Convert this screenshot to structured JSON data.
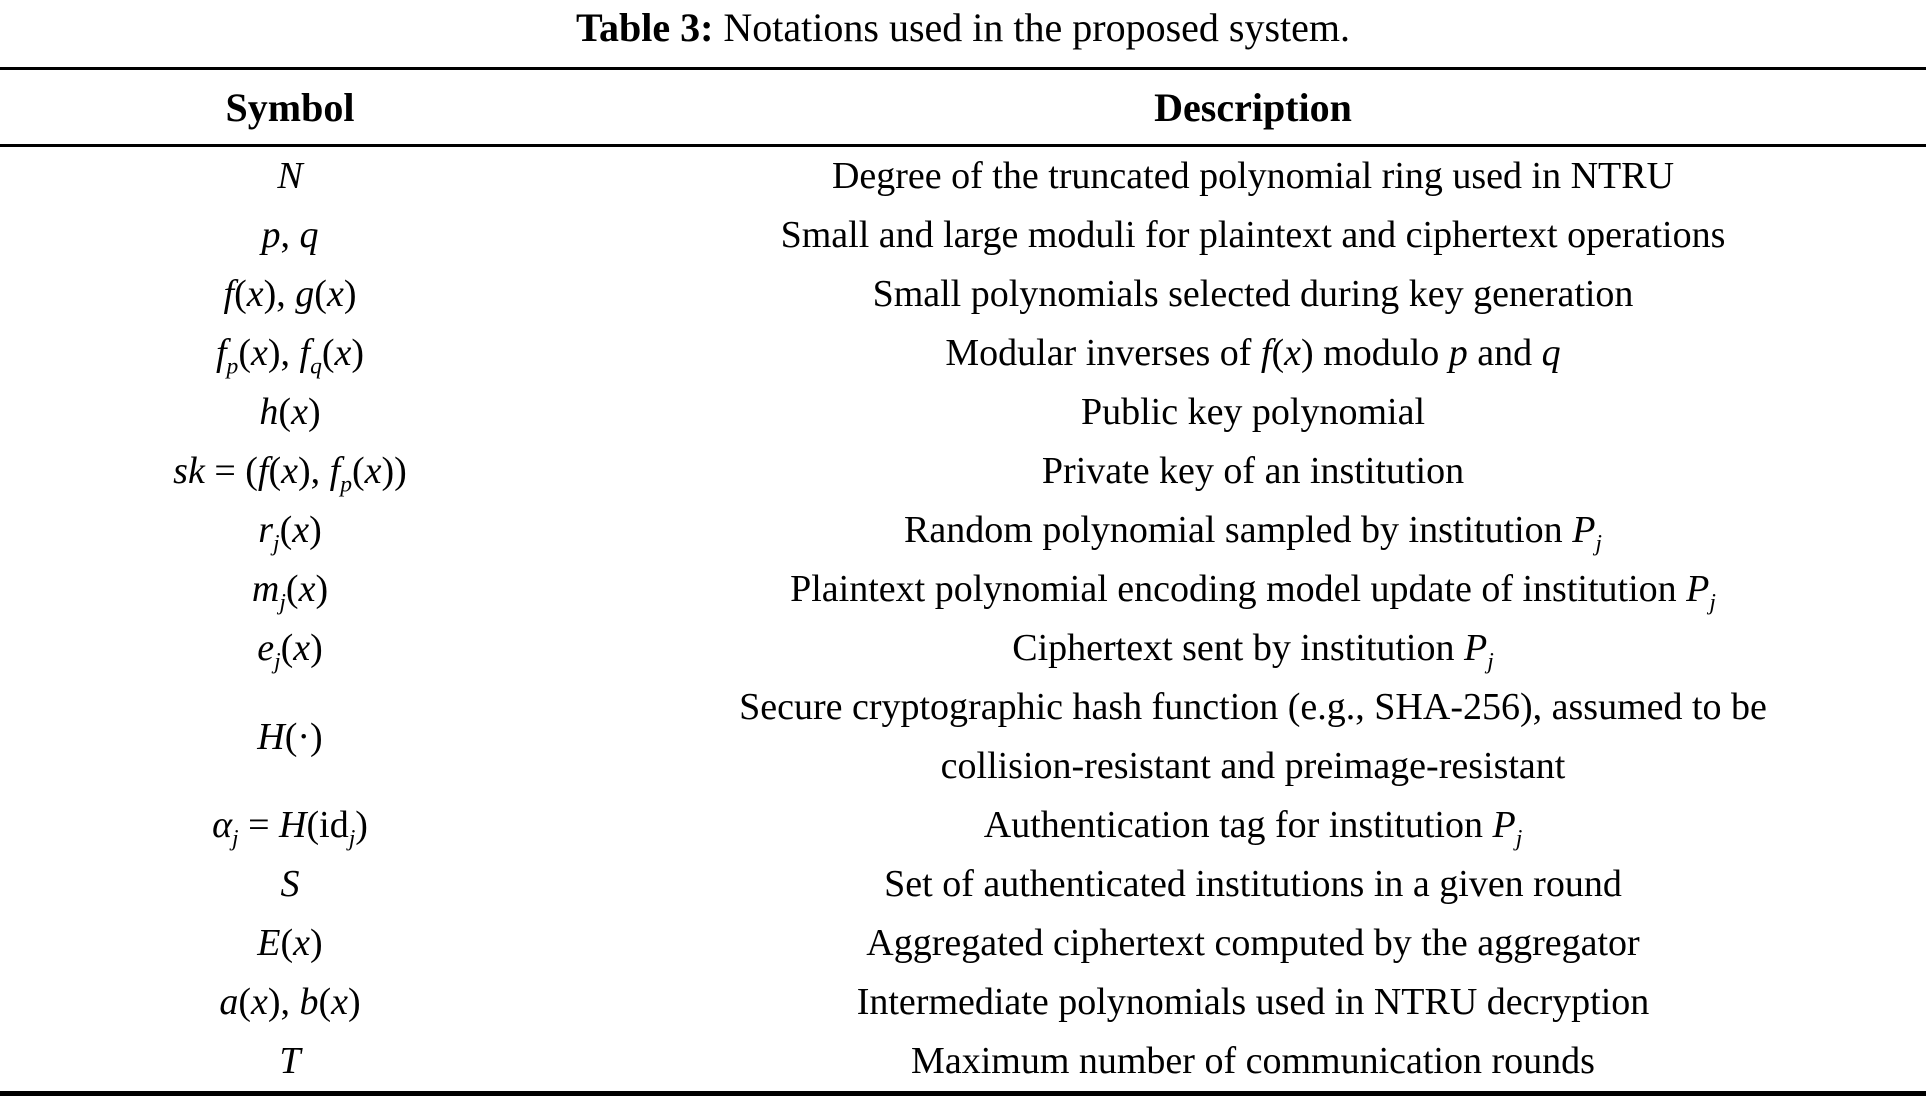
{
  "caption": {
    "label": "Table 3:",
    "text": " Notations used in the proposed system."
  },
  "colors": {
    "text": "#000000",
    "background": "#ffffff",
    "rule": "#000000"
  },
  "table": {
    "headers": {
      "symbol": "Symbol",
      "description": "Description"
    },
    "rows": [
      {
        "symbol": [
          {
            "t": "N",
            "i": true
          }
        ],
        "description": [
          {
            "t": "Degree of the truncated polynomial ring used in NTRU"
          }
        ]
      },
      {
        "symbol": [
          {
            "t": "p",
            "i": true
          },
          {
            "t": ", "
          },
          {
            "t": "q",
            "i": true
          }
        ],
        "description": [
          {
            "t": "Small and large moduli for plaintext and ciphertext operations"
          }
        ]
      },
      {
        "symbol": [
          {
            "t": "f",
            "i": true
          },
          {
            "t": "("
          },
          {
            "t": "x",
            "i": true
          },
          {
            "t": "), "
          },
          {
            "t": "g",
            "i": true
          },
          {
            "t": "("
          },
          {
            "t": "x",
            "i": true
          },
          {
            "t": ")"
          }
        ],
        "description": [
          {
            "t": "Small polynomials selected during key generation"
          }
        ]
      },
      {
        "symbol": [
          {
            "t": "f",
            "i": true
          },
          {
            "t": "p",
            "i": true,
            "sub": true
          },
          {
            "t": "("
          },
          {
            "t": "x",
            "i": true
          },
          {
            "t": "), "
          },
          {
            "t": "f",
            "i": true
          },
          {
            "t": "q",
            "i": true,
            "sub": true
          },
          {
            "t": "("
          },
          {
            "t": "x",
            "i": true
          },
          {
            "t": ")"
          }
        ],
        "description": [
          {
            "t": "Modular inverses of "
          },
          {
            "t": "f",
            "i": true
          },
          {
            "t": "("
          },
          {
            "t": "x",
            "i": true
          },
          {
            "t": ") modulo "
          },
          {
            "t": "p",
            "i": true
          },
          {
            "t": " and "
          },
          {
            "t": "q",
            "i": true
          }
        ]
      },
      {
        "symbol": [
          {
            "t": "h",
            "i": true
          },
          {
            "t": "("
          },
          {
            "t": "x",
            "i": true
          },
          {
            "t": ")"
          }
        ],
        "description": [
          {
            "t": "Public key polynomial"
          }
        ]
      },
      {
        "symbol": [
          {
            "t": "sk",
            "i": true
          },
          {
            "t": " = ("
          },
          {
            "t": "f",
            "i": true
          },
          {
            "t": "("
          },
          {
            "t": "x",
            "i": true
          },
          {
            "t": "), "
          },
          {
            "t": "f",
            "i": true
          },
          {
            "t": "p",
            "i": true,
            "sub": true
          },
          {
            "t": "("
          },
          {
            "t": "x",
            "i": true
          },
          {
            "t": "))"
          }
        ],
        "description": [
          {
            "t": "Private key of an institution"
          }
        ]
      },
      {
        "symbol": [
          {
            "t": "r",
            "i": true
          },
          {
            "t": "j",
            "i": true,
            "sub": true
          },
          {
            "t": "("
          },
          {
            "t": "x",
            "i": true
          },
          {
            "t": ")"
          }
        ],
        "description": [
          {
            "t": "Random polynomial sampled by institution "
          },
          {
            "t": "P",
            "i": true
          },
          {
            "t": "j",
            "i": true,
            "sub": true
          }
        ]
      },
      {
        "symbol": [
          {
            "t": "m",
            "i": true
          },
          {
            "t": "j",
            "i": true,
            "sub": true
          },
          {
            "t": "("
          },
          {
            "t": "x",
            "i": true
          },
          {
            "t": ")"
          }
        ],
        "description": [
          {
            "t": "Plaintext polynomial encoding model update of institution "
          },
          {
            "t": "P",
            "i": true
          },
          {
            "t": "j",
            "i": true,
            "sub": true
          }
        ]
      },
      {
        "symbol": [
          {
            "t": "e",
            "i": true
          },
          {
            "t": "j",
            "i": true,
            "sub": true
          },
          {
            "t": "("
          },
          {
            "t": "x",
            "i": true
          },
          {
            "t": ")"
          }
        ],
        "description": [
          {
            "t": "Ciphertext sent by institution "
          },
          {
            "t": "P",
            "i": true
          },
          {
            "t": "j",
            "i": true,
            "sub": true
          }
        ]
      },
      {
        "symbol": [
          {
            "t": "H",
            "i": true
          },
          {
            "t": "(·)"
          }
        ],
        "description": [
          {
            "t": "Secure cryptographic hash function (e.g., SHA-256), assumed to be"
          },
          {
            "br": true
          },
          {
            "t": "collision-resistant and preimage-resistant"
          }
        ]
      },
      {
        "symbol": [
          {
            "t": "α",
            "i": true
          },
          {
            "t": "j",
            "i": true,
            "sub": true
          },
          {
            "t": " = "
          },
          {
            "t": "H",
            "i": true
          },
          {
            "t": "(id"
          },
          {
            "t": "j",
            "i": true,
            "sub": true
          },
          {
            "t": ")"
          }
        ],
        "description": [
          {
            "t": "Authentication tag for institution "
          },
          {
            "t": "P",
            "i": true
          },
          {
            "t": "j",
            "i": true,
            "sub": true
          }
        ]
      },
      {
        "symbol": [
          {
            "t": "S",
            "i": true
          }
        ],
        "description": [
          {
            "t": "Set of authenticated institutions in a given round"
          }
        ]
      },
      {
        "symbol": [
          {
            "t": "E",
            "i": true
          },
          {
            "t": "("
          },
          {
            "t": "x",
            "i": true
          },
          {
            "t": ")"
          }
        ],
        "description": [
          {
            "t": "Aggregated ciphertext computed by the aggregator"
          }
        ]
      },
      {
        "symbol": [
          {
            "t": "a",
            "i": true
          },
          {
            "t": "("
          },
          {
            "t": "x",
            "i": true
          },
          {
            "t": "), "
          },
          {
            "t": "b",
            "i": true
          },
          {
            "t": "("
          },
          {
            "t": "x",
            "i": true
          },
          {
            "t": ")"
          }
        ],
        "description": [
          {
            "t": "Intermediate polynomials used in NTRU decryption"
          }
        ]
      },
      {
        "symbol": [
          {
            "t": "T",
            "i": true
          }
        ],
        "description": [
          {
            "t": "Maximum number of communication rounds"
          }
        ]
      }
    ]
  }
}
